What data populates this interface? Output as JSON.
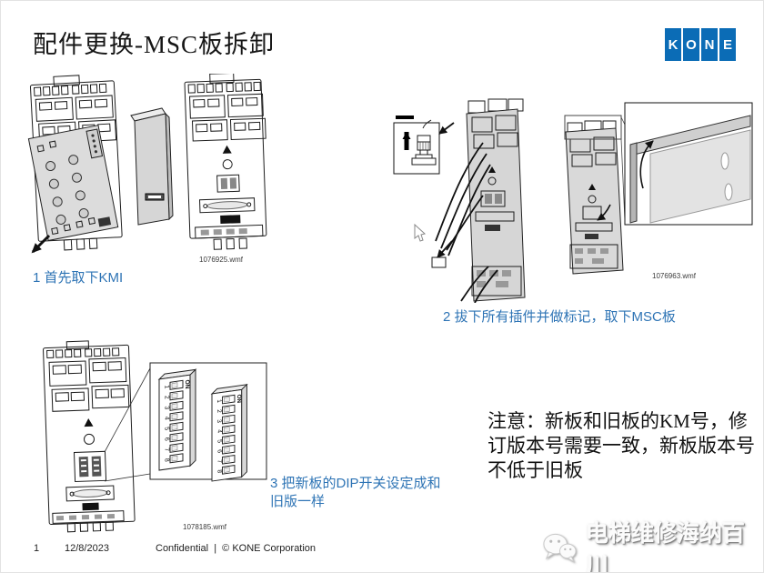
{
  "title": "配件更换-MSC板拆卸",
  "logo": {
    "letters": [
      "K",
      "O",
      "N",
      "E"
    ],
    "color": "#0b6cb6"
  },
  "colors": {
    "step_blue": "#2e74b5",
    "kone_blue": "#0b6cb6"
  },
  "steps": {
    "step1": "1 首先取下KMI",
    "step2": "2 拔下所有插件并做标记，取下MSC板",
    "step3": "3 把新板的DIP开关设定成和旧版一样"
  },
  "figures": {
    "fig1": {
      "caption": "1076925.wmf"
    },
    "fig2": {
      "caption": "1076963.wmf"
    },
    "fig3": {
      "caption": "1078185.wmf",
      "on_label": "ON",
      "dip_numbers": [
        "1",
        "2",
        "3",
        "4",
        "5",
        "6",
        "7",
        "8"
      ]
    }
  },
  "note": "注意：新板和旧板的KM号，修订版本号需要一致，新板版本号不低于旧板",
  "footer": {
    "page_number": "1",
    "date": "12/8/2023",
    "confidential": "Confidential  |  © KONE Corporation"
  },
  "watermark": "电梯维修海纳百川"
}
